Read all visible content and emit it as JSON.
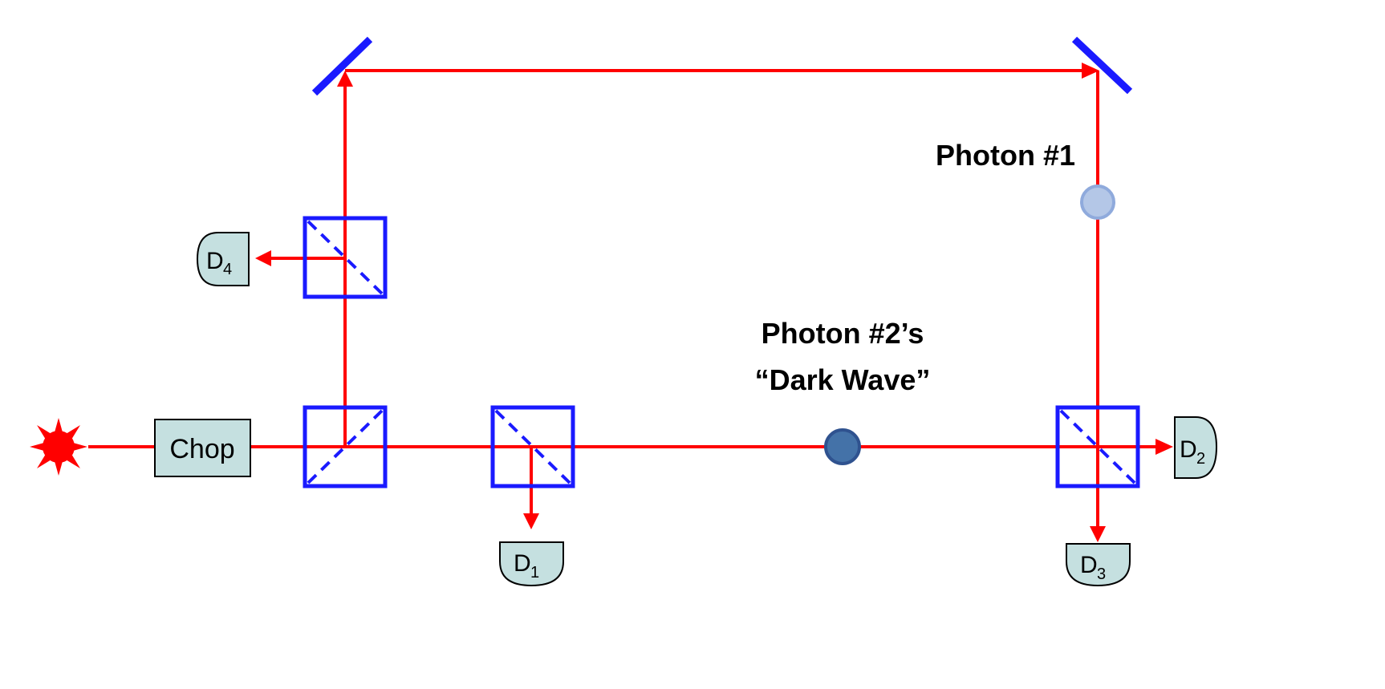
{
  "labels": {
    "chop": "Chop",
    "photon1": "Photon #1",
    "photon2_line1": "Photon #2’s",
    "photon2_line2": "“Dark Wave”"
  },
  "detectors": [
    {
      "main": "D",
      "sub": "4"
    },
    {
      "main": "D",
      "sub": "1"
    },
    {
      "main": "D",
      "sub": "2"
    },
    {
      "main": "D",
      "sub": "3"
    }
  ],
  "colors": {
    "beam": "#ff0000",
    "optics": "#1a1aff",
    "detector_fill": "#c5e0e0",
    "photon1_fill": "#b4c7e7",
    "photon1_stroke": "#8faadc",
    "photon2_fill": "#4472a8",
    "photon2_stroke": "#2f528f",
    "source": "#ff0000"
  },
  "icons": {
    "source": "laser-source-icon",
    "mirror": "mirror-icon",
    "beamsplitter": "beam-splitter-icon",
    "detector": "detector-icon"
  }
}
